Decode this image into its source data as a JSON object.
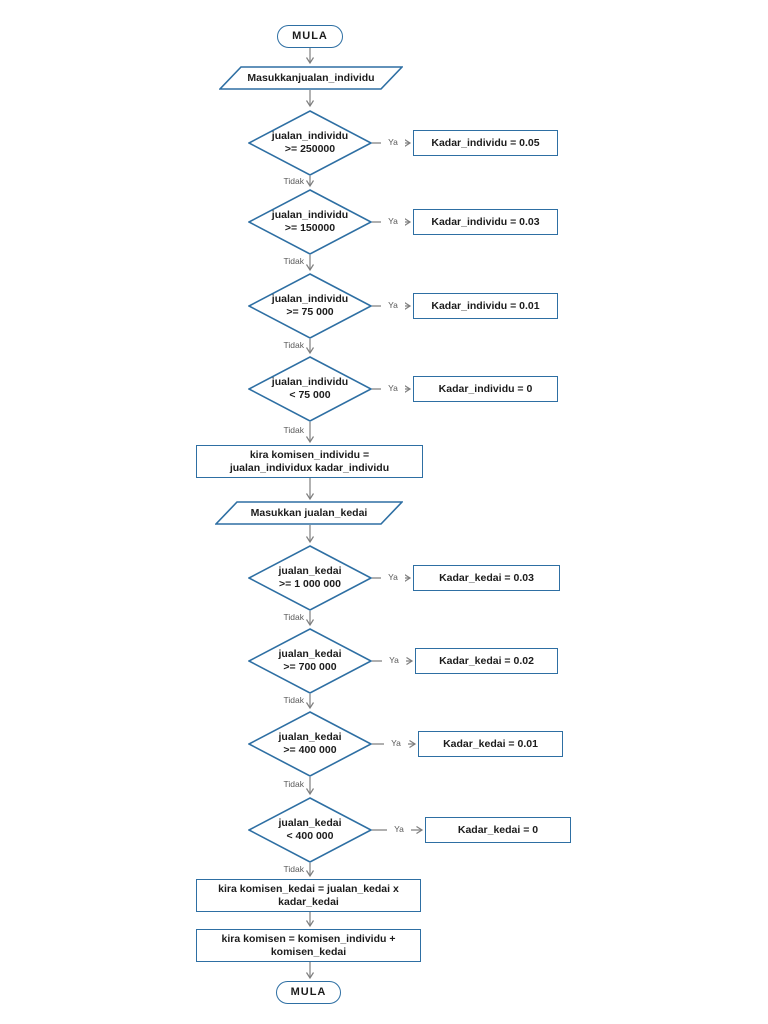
{
  "labels": {
    "ya": "Ya",
    "tidak": "Tidak"
  },
  "colors": {
    "shape_border": "#2e6fa3",
    "connector": "#7f7f7f",
    "text": "#1c1c1c",
    "edge_label": "#5a5a5a"
  },
  "nodes": {
    "start": {
      "text": "MULA"
    },
    "input_individu": {
      "text": "Masukkanjualan_individu"
    },
    "dec_individu_250k": {
      "line1": "jualan_individu",
      "line2": ">= 250000"
    },
    "res_individu_005": {
      "text": "Kadar_individu = 0.05"
    },
    "dec_individu_150k": {
      "line1": "jualan_individu",
      "line2": ">= 150000"
    },
    "res_individu_003": {
      "text": "Kadar_individu = 0.03"
    },
    "dec_individu_75k": {
      "line1": "jualan_individu",
      "line2": ">= 75 000"
    },
    "res_individu_001": {
      "text": "Kadar_individu = 0.01"
    },
    "dec_individu_lt75k": {
      "line1": "jualan_individu",
      "line2": "< 75 000"
    },
    "res_individu_0": {
      "text": "Kadar_individu = 0"
    },
    "calc_komisen_individu": {
      "line1": "kira komisen_individu  =",
      "line2": "jualan_individux kadar_individu"
    },
    "input_kedai": {
      "text": "Masukkan jualan_kedai"
    },
    "dec_kedai_1m": {
      "line1": "jualan_kedai",
      "line2": ">= 1 000 000"
    },
    "res_kedai_003": {
      "text": "Kadar_kedai = 0.03"
    },
    "dec_kedai_700k": {
      "line1": "jualan_kedai",
      "line2": ">= 700 000"
    },
    "res_kedai_002": {
      "text": "Kadar_kedai = 0.02"
    },
    "dec_kedai_400k": {
      "line1": "jualan_kedai",
      "line2": ">= 400 000"
    },
    "res_kedai_001": {
      "text": "Kadar_kedai = 0.01"
    },
    "dec_kedai_lt400k": {
      "line1": "jualan_kedai",
      "line2": "< 400 000"
    },
    "res_kedai_0": {
      "text": "Kadar_kedai = 0"
    },
    "calc_komisen_kedai": {
      "line1": "kira komisen_kedai = jualan_kedai x",
      "line2": "kadar_kedai"
    },
    "calc_komisen_total": {
      "line1": "kira komisen = komisen_individu  +",
      "line2": "komisen_kedai"
    },
    "end": {
      "text": "MULA"
    }
  }
}
